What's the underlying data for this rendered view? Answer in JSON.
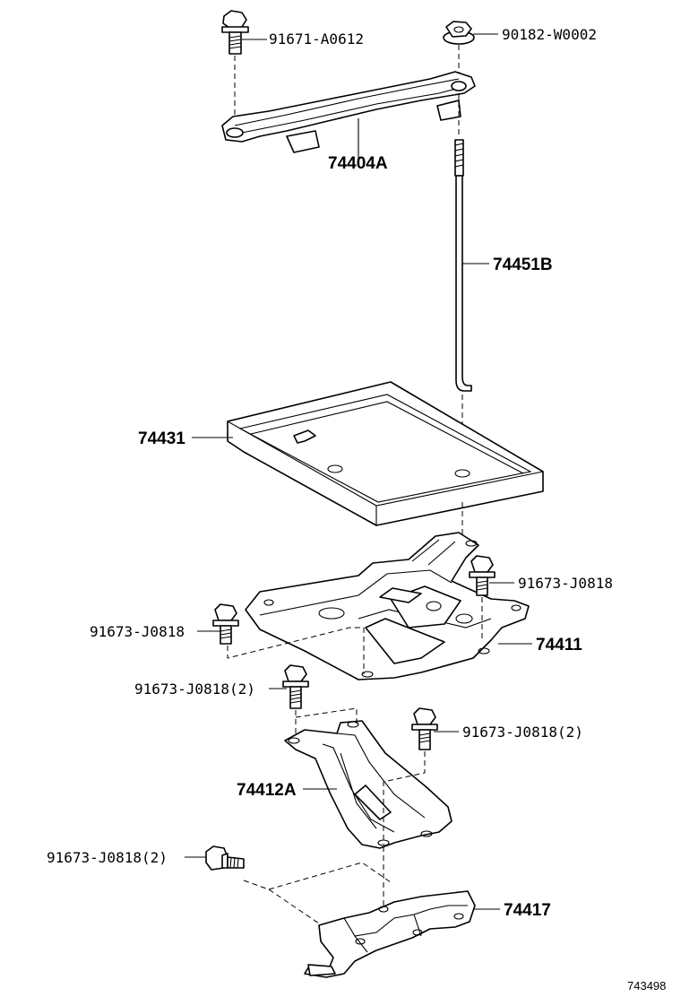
{
  "parts": {
    "p1": "91671-A0612",
    "p2": "90182-W0002",
    "p3": "74404A",
    "p4": "74451B",
    "p5": "74431",
    "p6": "91673-J0818",
    "p7": "91673-J0818",
    "p8": "74411",
    "p9": "91673-J0818(2)",
    "p10": "91673-J0818(2)",
    "p11": "74412A",
    "p12": "91673-J0818(2)",
    "p13": "74417"
  },
  "figure_number": "743498"
}
